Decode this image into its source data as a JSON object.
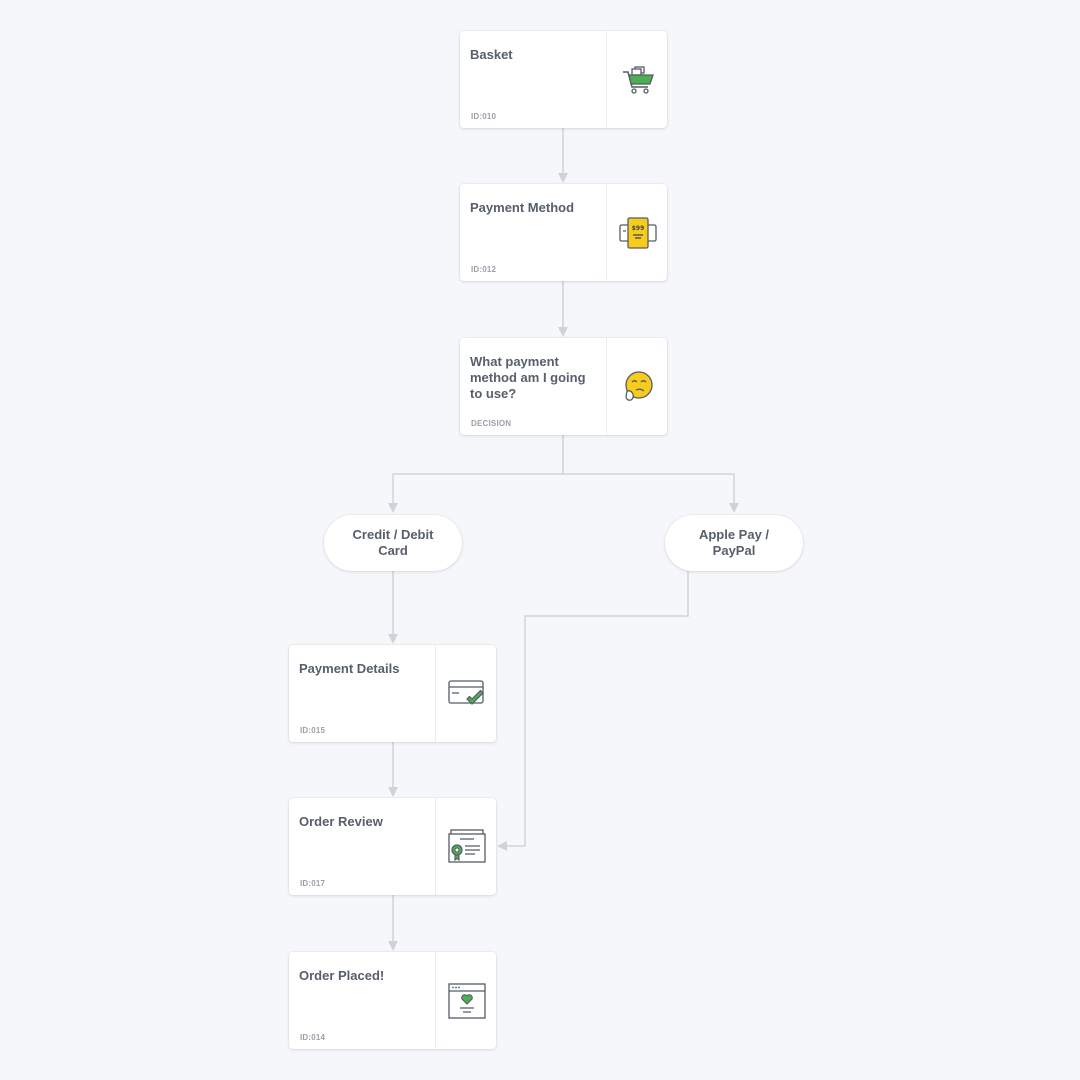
{
  "colors": {
    "background": "#f6f7fa",
    "connector": "#cfd3d8",
    "text": "#575f6b",
    "meta": "#9aa0a8",
    "accent_green": "#4caf50",
    "accent_yellow": "#f7cc1c"
  },
  "steps": [
    {
      "title": "Basket",
      "meta": "ID:010",
      "icon": "shopping-cart-icon"
    },
    {
      "title": "Payment Method",
      "meta": "ID:012",
      "icon": "payment-terminal-icon"
    },
    {
      "title": "What payment method am I going to use?",
      "meta": "DECISION",
      "icon": "thinking-face-icon"
    },
    {
      "title": "Payment Details",
      "meta": "ID:015",
      "icon": "card-check-icon"
    },
    {
      "title": "Order Review",
      "meta": "ID:017",
      "icon": "certificate-icon"
    },
    {
      "title": "Order Placed!",
      "meta": "ID:014",
      "icon": "browser-heart-icon"
    }
  ],
  "options": [
    {
      "label": "Credit / Debit Card"
    },
    {
      "label": "Apple Pay / PayPal"
    }
  ],
  "edges": [
    {
      "from": "steps.0",
      "to": "steps.1"
    },
    {
      "from": "steps.1",
      "to": "steps.2"
    },
    {
      "from": "steps.2",
      "to": "options.0"
    },
    {
      "from": "steps.2",
      "to": "options.1"
    },
    {
      "from": "options.0",
      "to": "steps.3"
    },
    {
      "from": "options.1",
      "to": "steps.4"
    },
    {
      "from": "steps.3",
      "to": "steps.4"
    },
    {
      "from": "steps.4",
      "to": "steps.5"
    }
  ]
}
